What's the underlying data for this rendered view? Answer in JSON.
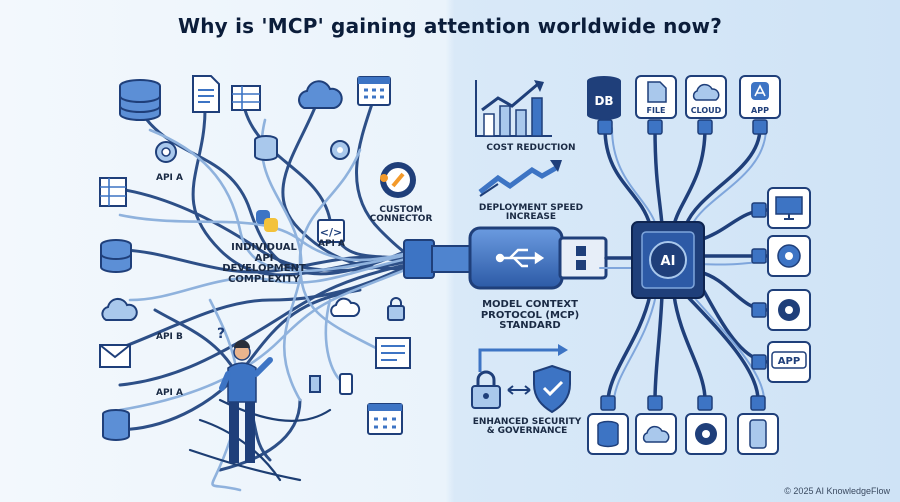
{
  "title": "Why is 'MCP' gaining attention worldwide now?",
  "left": {
    "labels": {
      "api_a_top": "API A",
      "api_a_mid": "API A",
      "api_b": "API B",
      "api_a_bottom": "API A",
      "complexity_line1": "INDIVIDUAL",
      "complexity_line2": "API",
      "complexity_line3": "DEVELOPMENT",
      "complexity_line4": "COMPLEXITY",
      "custom_line1": "CUSTOM",
      "custom_line2": "CONNECTOR"
    }
  },
  "center": {
    "cost": "COST REDUCTION",
    "deploy_line1": "DEPLOYMENT SPEED",
    "deploy_line2": "INCREASE",
    "mcp_line1": "MODEL CONTEXT",
    "mcp_line2": "PROTOCOL (MCP)",
    "mcp_line3": "STANDARD",
    "security_line1": "ENHANCED SECURITY",
    "security_line2": "& GOVERNANCE"
  },
  "right": {
    "top_icons": [
      "DB",
      "FILE",
      "CLOUD",
      "APP"
    ],
    "hub": "AI",
    "side_app": "APP"
  },
  "footer": {
    "copyright": "© 2025 AI KnowledgeFlow"
  },
  "colors": {
    "navy": "#1f3f7a",
    "blue": "#3d74c4",
    "light": "#a9c8ec",
    "accent": "#f39a2b"
  }
}
